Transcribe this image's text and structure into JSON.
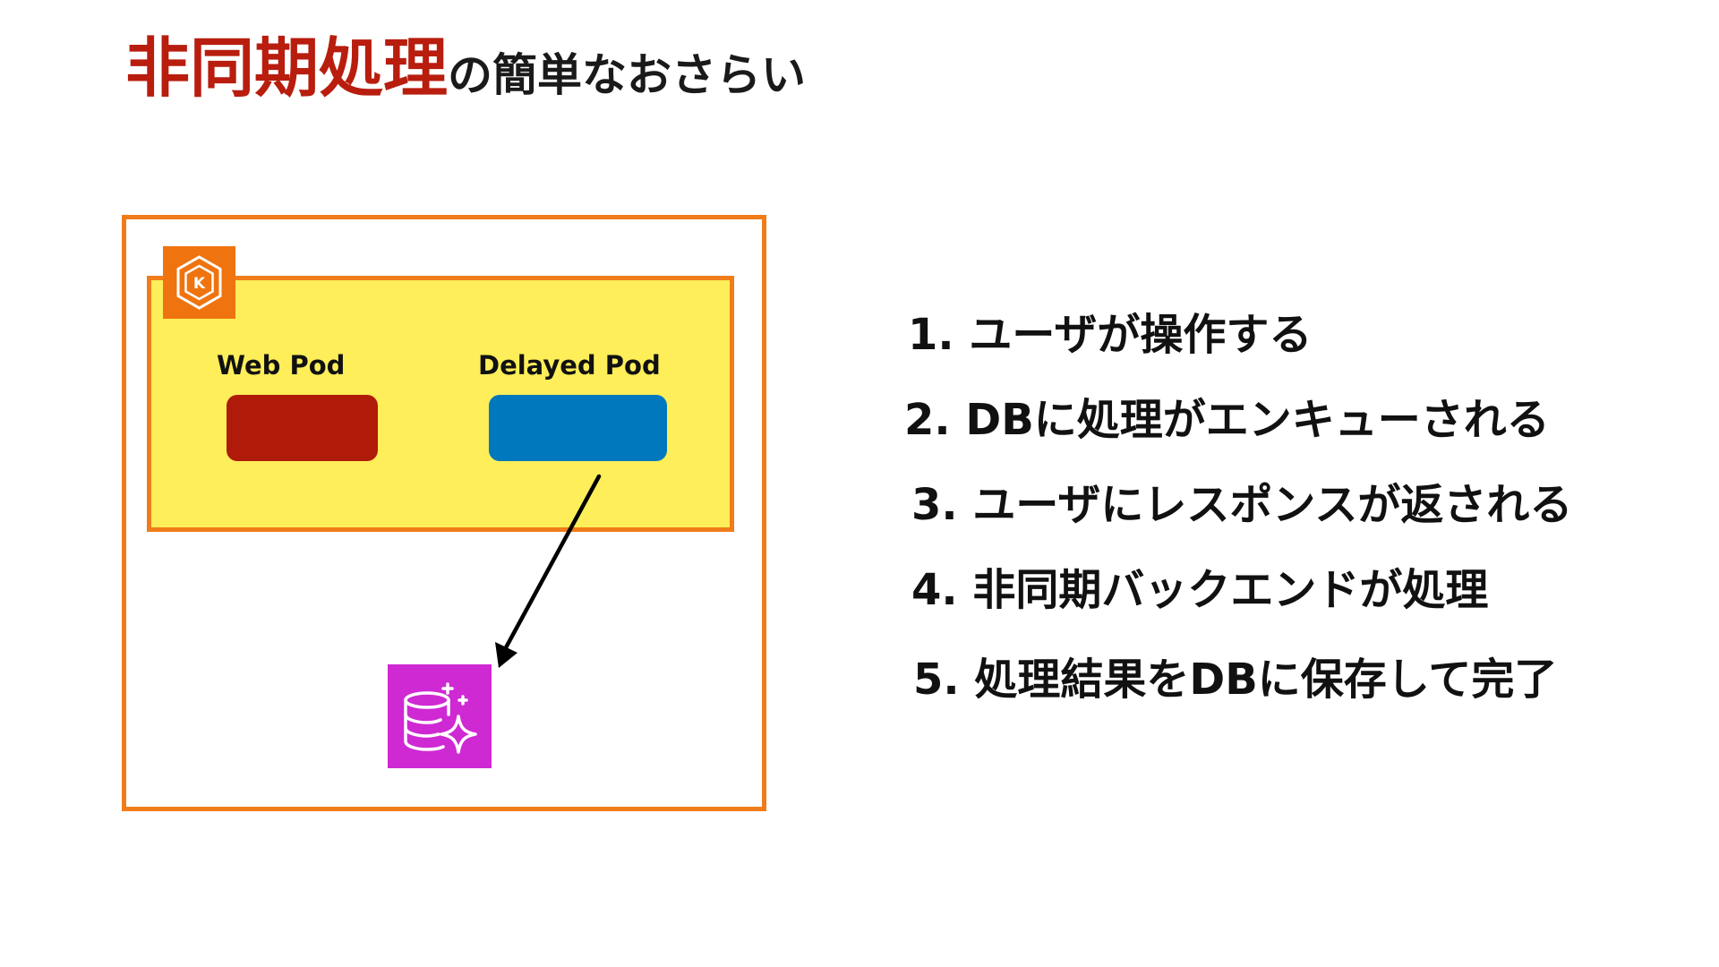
{
  "title": {
    "accent": "非同期処理",
    "rest": "の簡単なおさらい"
  },
  "diagram": {
    "web_pod_label": "Web Pod",
    "delayed_pod_label": "Delayed Pod",
    "icons": {
      "cluster": "kubernetes-eks-icon",
      "database": "database-sparkle-icon"
    },
    "colors": {
      "accent_title": "#b81d0e",
      "outer_border": "#f07c1a",
      "cluster_fill": "#fdee5a",
      "cluster_border": "#f07c1a",
      "eks_badge": "#ef7410",
      "web_pod": "#b01b09",
      "delayed_pod": "#0078be",
      "database": "#cf29d4",
      "arrow": "#000000"
    }
  },
  "steps": [
    "1.  ユーザが操作する",
    "2. DBに処理がエンキューされる",
    "3. ユーザにレスポンスが返される",
    "4. 非同期バックエンドが処理",
    "5. 処理結果をDBに保存して完了"
  ]
}
